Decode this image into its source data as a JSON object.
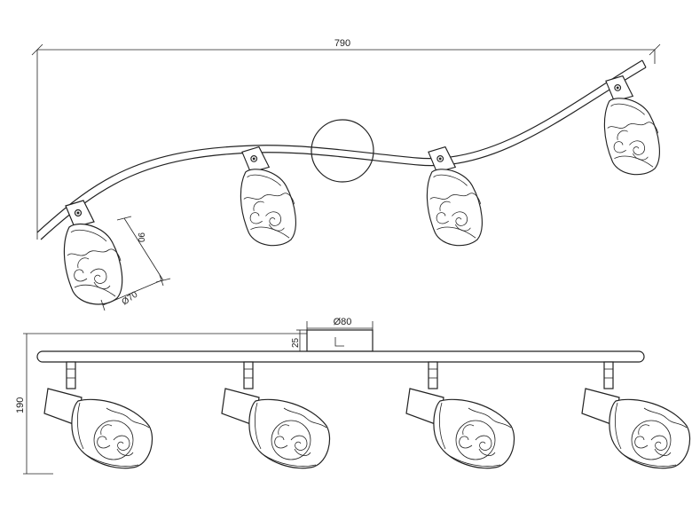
{
  "dimensions": {
    "overall_width": "790",
    "overall_height": "190",
    "canopy_diameter": "Ø80",
    "canopy_height": "25",
    "shade_length": "90",
    "shade_diameter": "Ø70"
  },
  "spots_per_view": 4
}
